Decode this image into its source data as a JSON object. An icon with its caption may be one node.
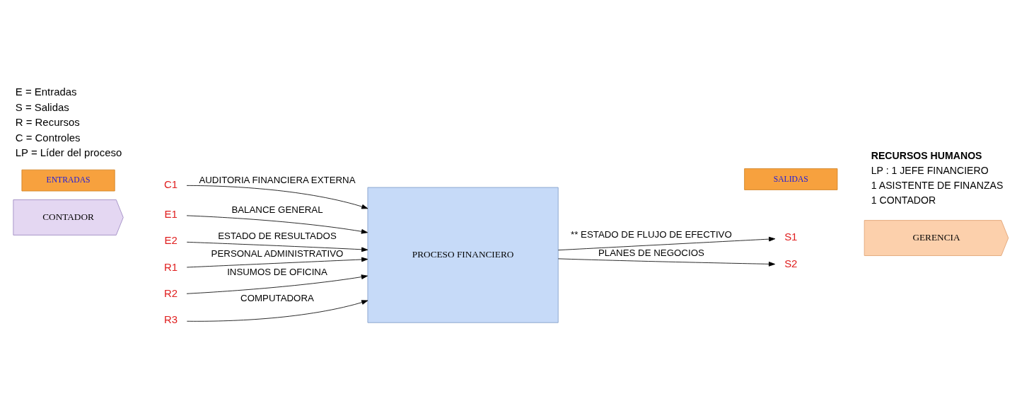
{
  "diagram": {
    "nodes": [
      {
        "text": [
          "ENTRADAS"
        ]
      },
      {
        "text": [
          "SALIDAS"
        ]
      },
      {
        "text": [
          "C1"
        ]
      },
      {
        "text": [
          "CONTADOR"
        ]
      },
      {
        "text": [
          "E1"
        ]
      },
      {
        "text": [
          "E2"
        ]
      },
      {
        "text": [
          "PROCESO FINANCIERO"
        ]
      },
      {
        "text": [
          "S1"
        ]
      },
      {
        "text": [
          "S2"
        ]
      },
      {
        "text": [
          "GERENCIA"
        ]
      },
      {
        "text": [
          "R1"
        ]
      },
      {
        "text": [
          "R2"
        ]
      },
      {
        "text": [
          "R3"
        ]
      }
    ],
    "edges": [
      {
        "from": 2,
        "to": 6,
        "arrow": "to",
        "label": "AUDITORIA FINANCIERA EXTERNA"
      },
      {
        "from": 4,
        "to": 6,
        "arrow": "to",
        "label": "BALANCE GENERAL"
      },
      {
        "from": 5,
        "to": 6,
        "arrow": "to",
        "label": "ESTADO DE RESULTADOS"
      },
      {
        "from": 6,
        "to": 7,
        "arrow": "to",
        "label": "** ESTADO DE FLUJO DE EFECTIVO"
      },
      {
        "from": 6,
        "to": 8,
        "arrow": "to",
        "label": "PLANES DE NEGOCIOS"
      },
      {
        "from": 10,
        "to": 6,
        "arrow": "to",
        "label": "PERSONAL ADMINISTRATIVO"
      },
      {
        "from": 11,
        "to": 6,
        "arrow": "to",
        "label": "INSUMOS DE OFICINA"
      },
      {
        "from": 12,
        "to": 6,
        "arrow": "to",
        "label": "COMPUTADORA"
      }
    ],
    "labels": [
      "E = Entradas",
      "S = Salidas",
      "R = Recursos",
      "C = Controles",
      "LP = Líder del proceso",
      "RECURSOS HUMANOS",
      "LP : 1 JEFE FINANCIERO",
      "1 ASISTENTE DE FINANZAS",
      "1 CONTADOR"
    ]
  }
}
